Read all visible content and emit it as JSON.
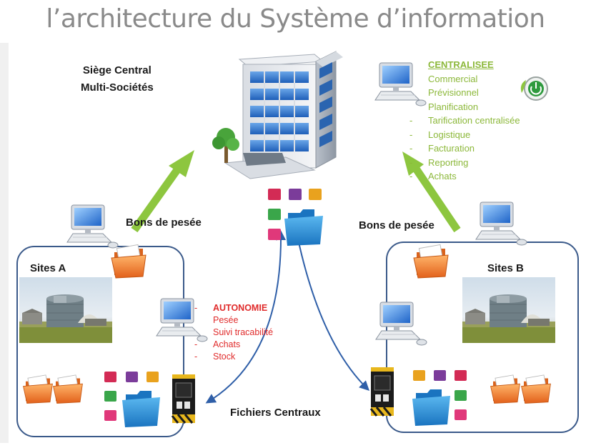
{
  "title": "l’architecture du Système d’information",
  "siege": {
    "line1": "Siège Central",
    "line2": "Multi-Sociétés"
  },
  "centralisee": {
    "heading": "CENTRALISEE",
    "items": [
      "Commercial",
      "Prévisionnel",
      "Planification",
      "Tarification centralisée",
      "Logistique",
      "Facturation",
      "Reporting",
      "Achats"
    ]
  },
  "bons_left": "Bons de pesée",
  "bons_right": "Bons de pesée",
  "site_a": "Sites A",
  "site_b": "Sites B",
  "autonomie": {
    "heading": "AUTONOMIE",
    "items": [
      "Pesée",
      "Suivi tracabilité",
      "Achats",
      "Stock"
    ]
  },
  "fichiers": "Fichiers Centraux",
  "colors": {
    "title": "#8a8a8a",
    "green_list": "#8cb83a",
    "red_list": "#e02b2b",
    "arrow_green": "#8dc63f",
    "arrow_blue": "#2f5fa8",
    "box_border": "#3b5a8a"
  },
  "icons": [
    "office-building-icon",
    "tree-icon",
    "computer-icon",
    "power-icon",
    "folder-icon",
    "document-icon",
    "terminal-icon",
    "biogas-plant-image"
  ]
}
